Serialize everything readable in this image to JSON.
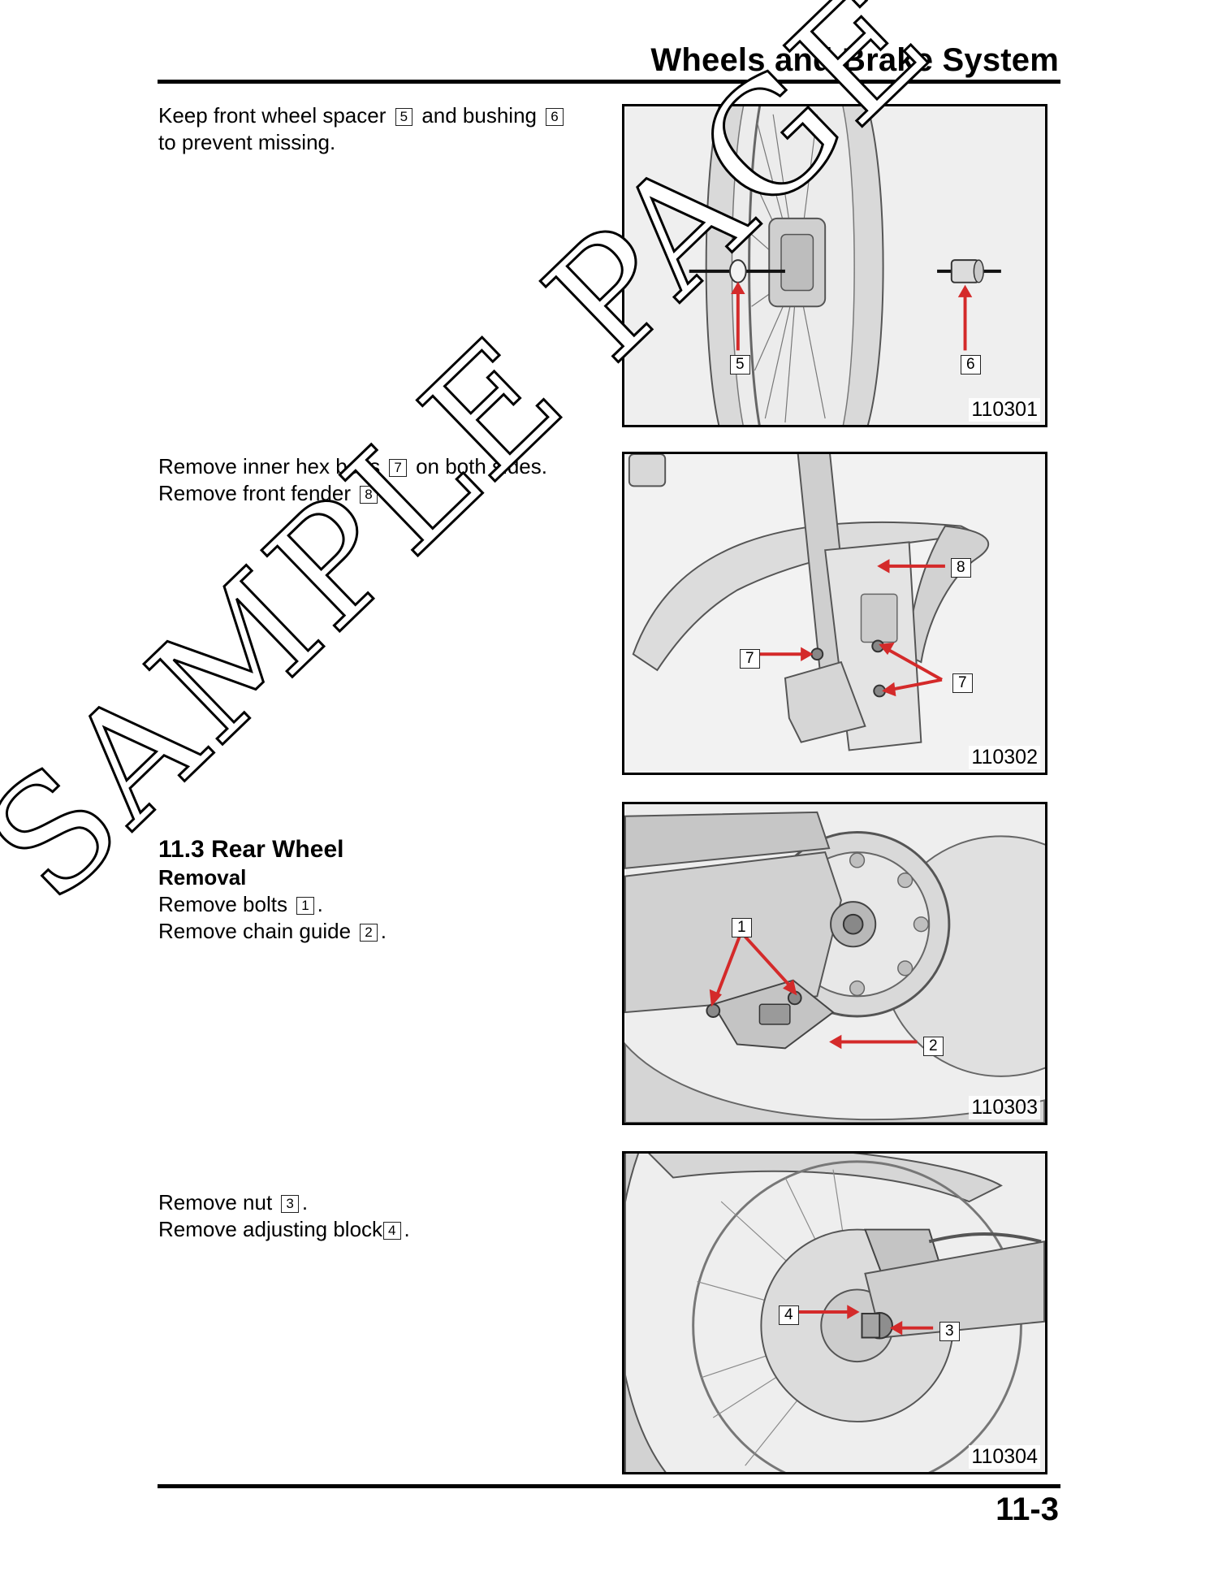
{
  "header": {
    "title": "Wheels and Brake System"
  },
  "footer": {
    "page_number": "11-3"
  },
  "watermark": "SAMPLE PAGE",
  "section1": {
    "part1": "Keep front wheel spacer",
    "key1": "5",
    "part2": "and bushing",
    "key2": "6",
    "line2": "to prevent missing."
  },
  "section2": {
    "line1_text": "Remove inner hex bolts",
    "line1_key": "7",
    "line1_tail": "on both sides.",
    "line2_text": "Remove front fender",
    "line2_key": "8",
    "line2_tail": "."
  },
  "section3": {
    "heading": "11.3 Rear Wheel",
    "subheading": "Removal",
    "line1_text": "Remove bolts",
    "line1_key": "1",
    "line1_tail": ".",
    "line2_text": "Remove chain guide",
    "line2_key": "2",
    "line2_tail": "."
  },
  "section4": {
    "line1_text": "Remove nut",
    "line1_key": "3",
    "line1_tail": ".",
    "line2_text": "Remove adjusting block",
    "line2_key": "4",
    "line2_tail": "."
  },
  "figures": [
    {
      "number": "110301",
      "callouts": [
        "5",
        "6"
      ]
    },
    {
      "number": "110302",
      "callouts": [
        "8",
        "7",
        "7"
      ]
    },
    {
      "number": "110303",
      "callouts": [
        "1",
        "2"
      ]
    },
    {
      "number": "110304",
      "callouts": [
        "4",
        "3"
      ]
    }
  ],
  "colors": {
    "arrow": "#d42a2a",
    "line_art": "#555555",
    "shade": "#d6d6d6"
  }
}
